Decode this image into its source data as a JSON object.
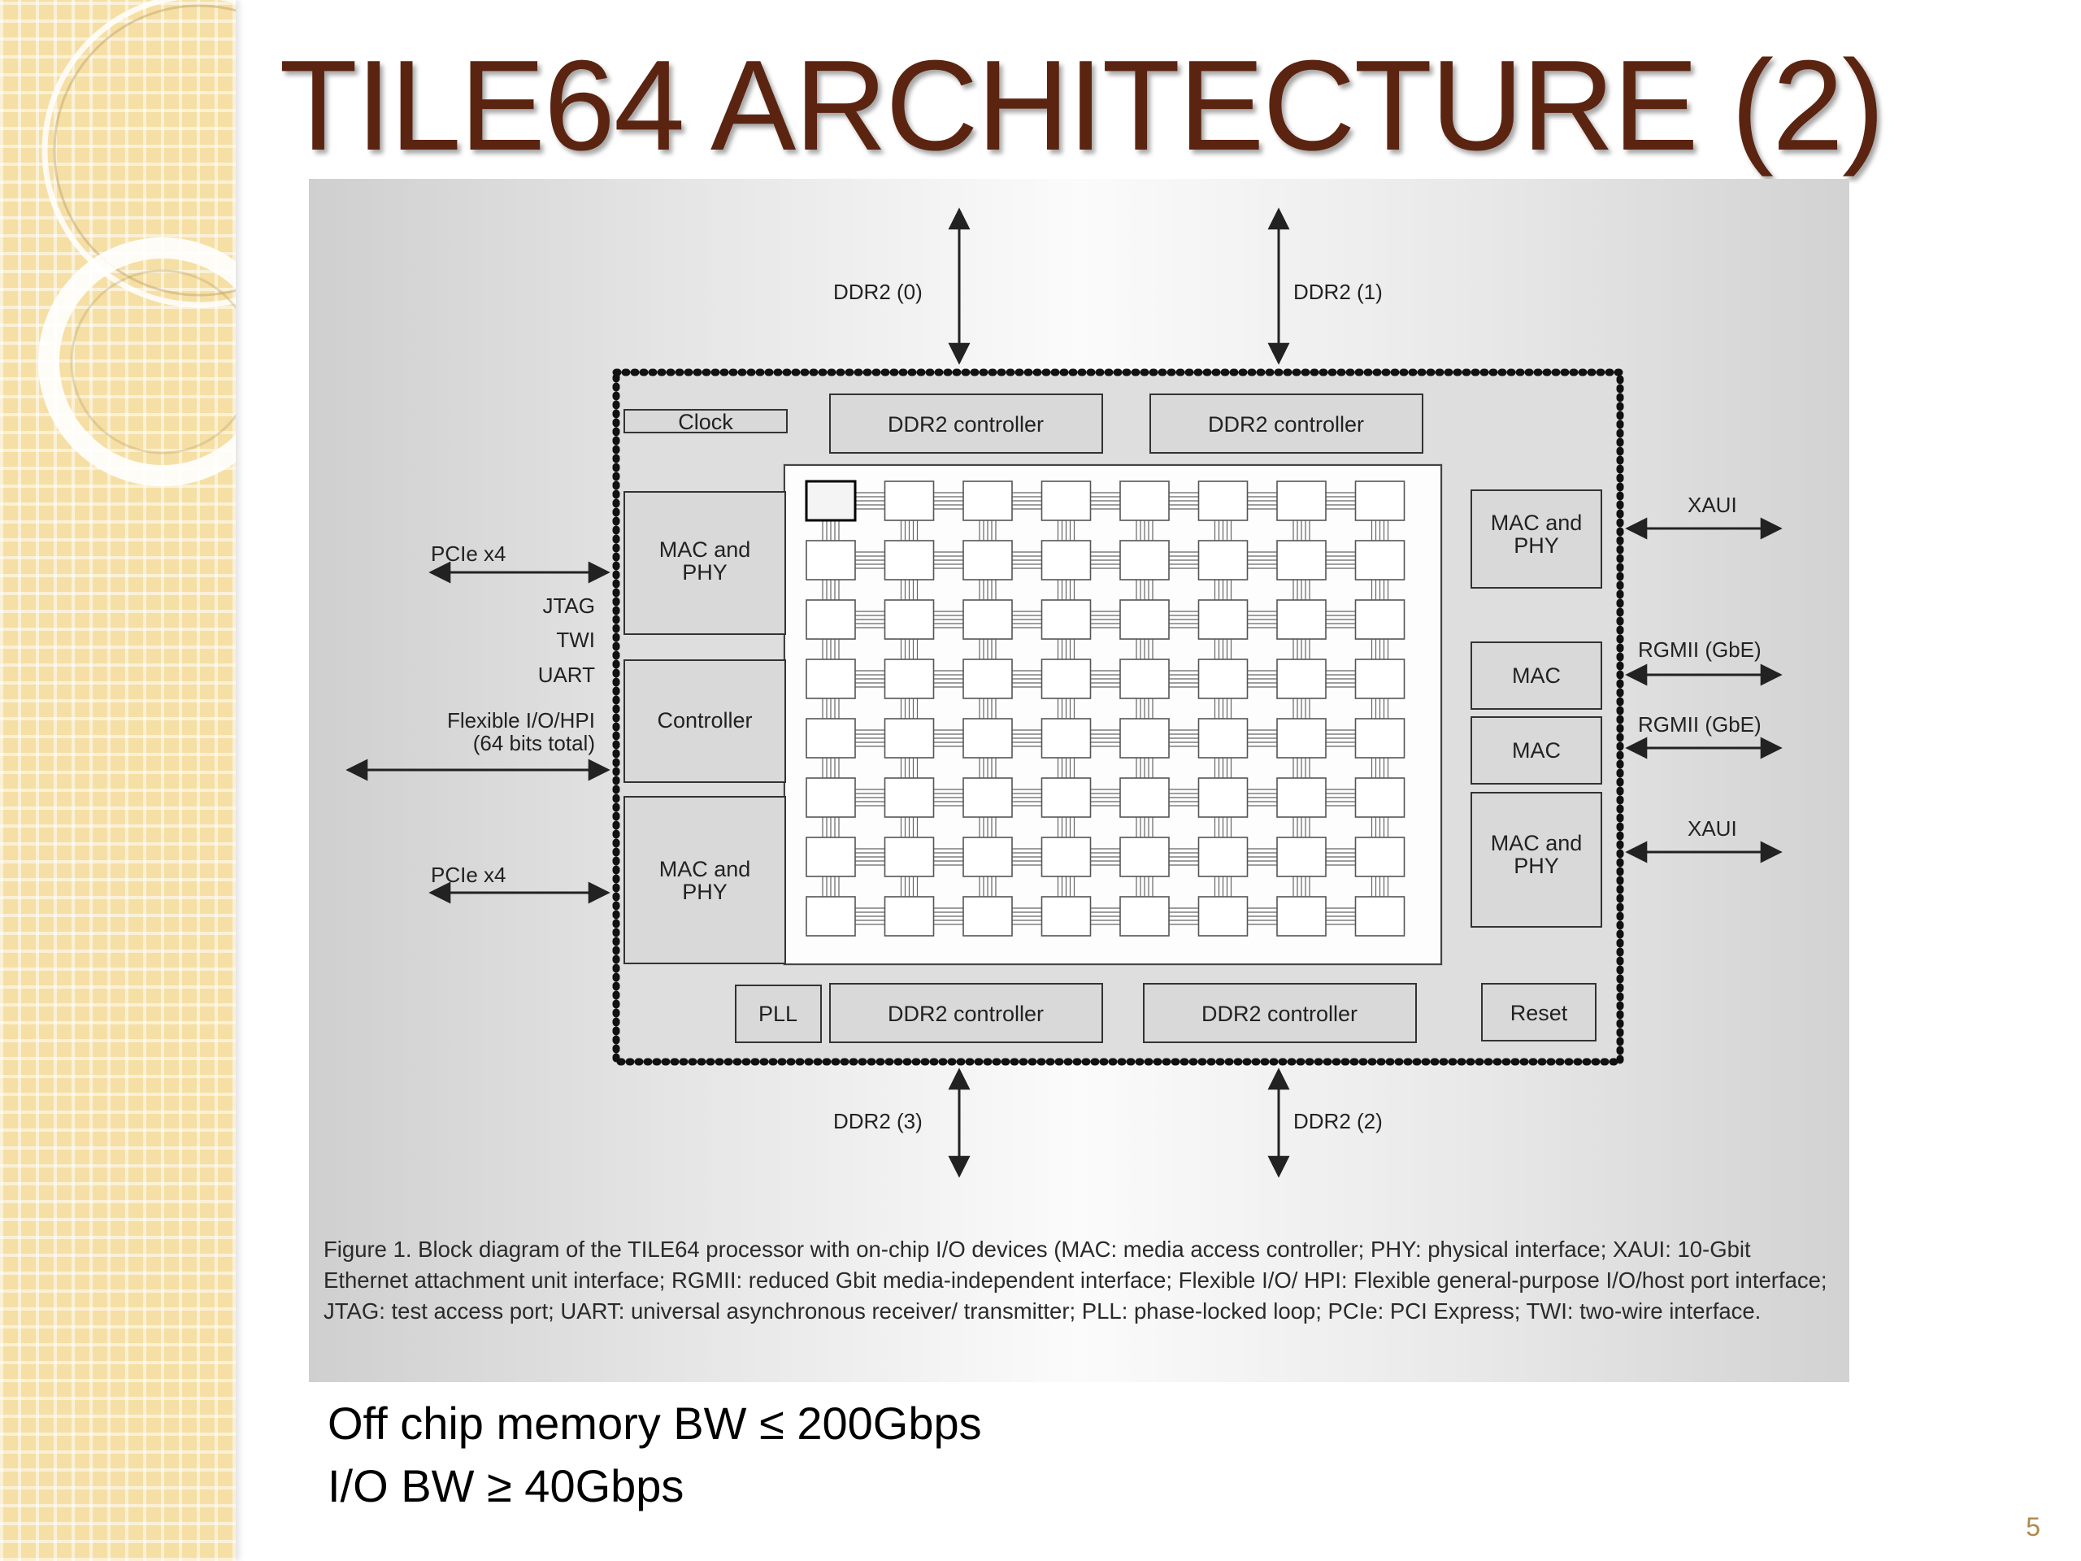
{
  "slide": {
    "title": "TILE64 ARCHITECTURE (2)",
    "bullets": [
      "Off chip memory BW ≤ 200Gbps",
      "I/O BW ≥ 40Gbps"
    ],
    "slide_number": "5"
  },
  "diagram": {
    "external_labels": {
      "ddr2_0": "DDR2 (0)",
      "ddr2_1": "DDR2 (1)",
      "ddr2_2": "DDR2 (2)",
      "ddr2_3": "DDR2 (3)",
      "pcie_top": "PCIe x4",
      "pcie_bottom": "PCIe x4",
      "jtag": "JTAG",
      "twi": "TWI",
      "uart": "UART",
      "flexible_io_line1": "Flexible I/O/HPI",
      "flexible_io_line2": "(64 bits total)",
      "xaui_top": "XAUI",
      "xaui_bottom": "XAUI",
      "rgmii_1": "RGMII (GbE)",
      "rgmii_2": "RGMII (GbE)"
    },
    "blocks": {
      "clock": "Clock",
      "ddr2_controller_top_left": "DDR2 controller",
      "ddr2_controller_top_right": "DDR2 controller",
      "ddr2_controller_bottom_left": "DDR2 controller",
      "ddr2_controller_bottom_right": "DDR2 controller",
      "mac_phy_left_top": [
        "MAC and",
        "PHY"
      ],
      "mac_phy_left_bottom": [
        "MAC and",
        "PHY"
      ],
      "controller": "Controller",
      "mac_phy_right_top": [
        "MAC and",
        "PHY"
      ],
      "mac_right_1": "MAC",
      "mac_right_2": "MAC",
      "mac_phy_right_bottom": [
        "MAC and",
        "PHY"
      ],
      "pll": "PLL",
      "reset": "Reset"
    },
    "tile_grid": {
      "rows": 8,
      "cols": 8
    },
    "caption": "Figure 1. Block diagram of the TILE64 processor with on-chip I/O devices (MAC: media access controller; PHY: physical interface; XAUI: 10-Gbit Ethernet attachment unit interface; RGMII: reduced Gbit media-independent interface; Flexible I/O/ HPI: Flexible general-purpose I/O/host port interface; JTAG: test access port; UART: universal asynchronous receiver/ transmitter; PLL: phase-locked loop; PCIe: PCI Express; TWI: two-wire interface."
  },
  "colors": {
    "title": "#5a2411",
    "strip": "#f5dfa5",
    "block_fill": "#d9d9d9",
    "stroke": "#333333"
  }
}
